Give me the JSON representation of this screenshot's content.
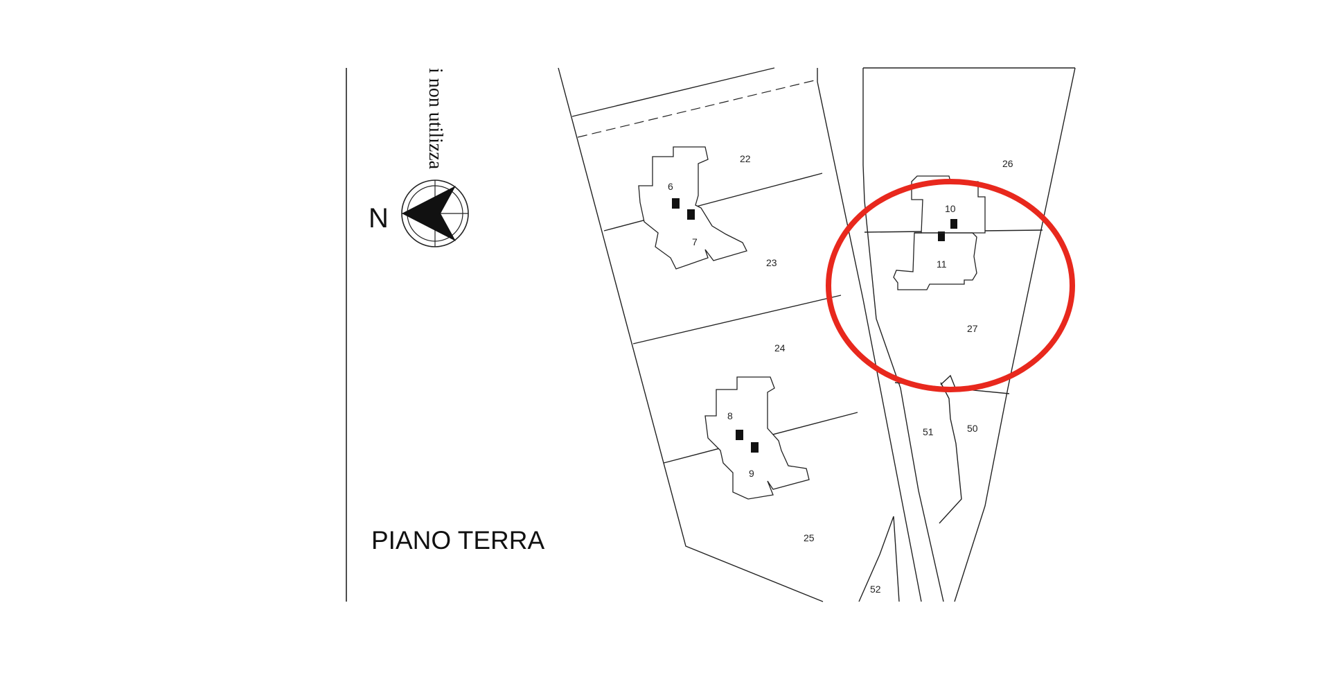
{
  "drawing": {
    "floor_label": "PIANO TERRA",
    "north_label": "N",
    "vertical_note": "i non utilizza",
    "highlight_color": "#e8281d",
    "line_color": "#222222"
  },
  "lots": [
    "22",
    "23",
    "24",
    "25",
    "26",
    "27",
    "50",
    "51",
    "52"
  ],
  "units": [
    "6",
    "7",
    "8",
    "9",
    "10",
    "11"
  ],
  "highlighted": [
    "10",
    "11",
    "27"
  ]
}
